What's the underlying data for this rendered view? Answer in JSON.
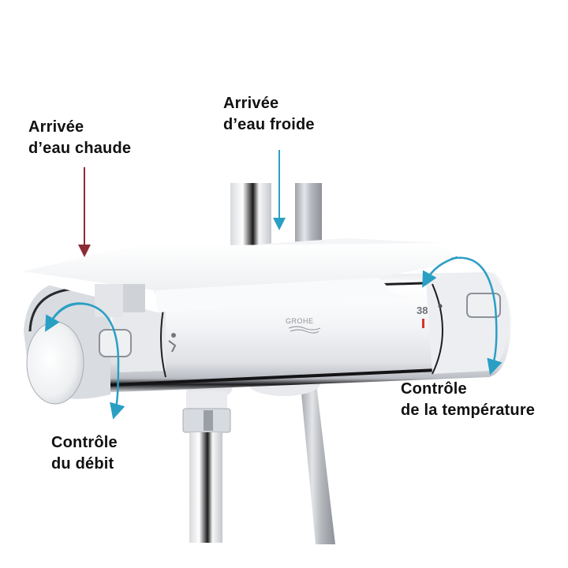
{
  "diagram": {
    "subject": "thermostatic shower mixer with shelf",
    "brand_mark": "GROHE",
    "temperature_scale_value": "38",
    "colors": {
      "hot_arrow": "#8b2b35",
      "cold_arrow": "#2a9fc4",
      "rotation_arrow": "#2a9fc4",
      "label_text": "#111111",
      "temp_tick": "#d9342b",
      "shelf": "#f7f8f9",
      "chrome_light": "#f2f3f5",
      "chrome_mid": "#c9ccd1",
      "chrome_dark": "#1c1c1e"
    },
    "labels": {
      "hot_inlet": {
        "line1": "Arrivée",
        "line2": "d’eau chaude"
      },
      "cold_inlet": {
        "line1": "Arrivée",
        "line2": "d’eau froide"
      },
      "temperature": {
        "line1": "Contrôle",
        "line2": "de la température"
      },
      "flow": {
        "line1": "Contrôle",
        "line2": "du débit"
      }
    },
    "icons": [
      "hot-water-arrow-icon",
      "cold-water-arrow-icon",
      "flow-rotation-arrow-icon",
      "temperature-rotation-arrow-icon",
      "grohe-logo-icon",
      "shower-symbol-icon"
    ]
  }
}
